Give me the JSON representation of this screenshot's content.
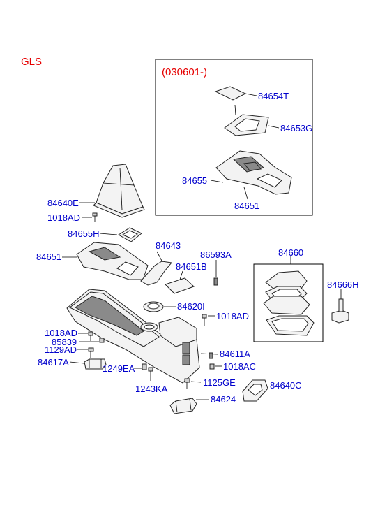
{
  "variant_label": "GLS",
  "inset": {
    "period": "(030601-)"
  },
  "parts": {
    "p84654T": "84654T",
    "p84653G": "84653G",
    "p84655": "84655",
    "p84651_inset": "84651",
    "p84640E": "84640E",
    "p1018AD_a": "1018AD",
    "p84655H": "84655H",
    "p84643": "84643",
    "p86593A": "86593A",
    "p84660": "84660",
    "p84651": "84651",
    "p84651B": "84651B",
    "p84666H": "84666H",
    "p84620I": "84620I",
    "p1018AD_b": "1018AD",
    "p1018AD_c": "1018AD",
    "p85839": "85839",
    "p1129AD": "1129AD",
    "p84611A": "84611A",
    "p84617A": "84617A",
    "p1249EA": "1249EA",
    "p1018AC": "1018AC",
    "p1125GE": "1125GE",
    "p84640C": "84640C",
    "p1243KA": "1243KA",
    "p84624": "84624"
  }
}
